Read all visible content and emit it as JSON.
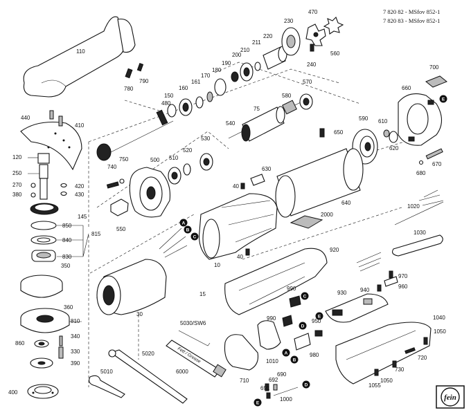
{
  "header": {
    "line1": "7 820 82 - MSfov 852-1",
    "line2": "7 820 83 - MSfov 852-1"
  },
  "labels": {
    "p110": "110",
    "p780": "780",
    "p790": "790",
    "p230": "230",
    "p470": "470",
    "p220": "220",
    "p211": "211",
    "p210": "210",
    "p200": "200",
    "p190": "190",
    "p180": "180",
    "p170": "170",
    "p161": "161",
    "p160": "160",
    "p150": "150",
    "p480": "480",
    "p560": "560",
    "p240": "240",
    "p700": "700",
    "p660": "660",
    "p580": "580",
    "p570": "570",
    "p75": "75",
    "p540": "540",
    "p650": "650",
    "p590": "590",
    "p610": "610",
    "p620": "620",
    "p670": "670",
    "p680": "680",
    "p440": "440",
    "p410": "410",
    "p120": "120",
    "p250": "250",
    "p270": "270",
    "p380": "380",
    "p420": "420",
    "p430": "430",
    "p740": "740",
    "p750": "750",
    "p500": "500",
    "p510": "510",
    "p520": "520",
    "p530": "530",
    "p630": "630",
    "p40a": "40",
    "p640": "640",
    "p2000": "2000",
    "p145": "145",
    "p550": "550",
    "p850": "850",
    "p840": "840",
    "p830": "830",
    "p815": "815",
    "p350": "350",
    "p360": "360",
    "p810": "810",
    "p860": "860",
    "p340": "340",
    "p330": "330",
    "p390": "390",
    "p400": "400",
    "p10": "10",
    "p40b": "40",
    "p15": "15",
    "p30": "30",
    "p920": "920",
    "p1020": "1020",
    "p1030": "1030",
    "p970": "970",
    "p940": "940",
    "p960": "960",
    "p990a": "990",
    "p990b": "990",
    "p930": "930",
    "p950": "950",
    "p1040": "1040",
    "p1050a": "1050",
    "p720": "720",
    "p730": "730",
    "p1050b": "1050",
    "p1055": "1055",
    "p980": "980",
    "p1010": "1010",
    "p710": "710",
    "p690": "690",
    "p692": "692",
    "p691": "691",
    "p1000": "1000",
    "p5030": "5030/SW6",
    "p5020": "5020",
    "p6000": "6000",
    "p5010": "5010"
  },
  "markers": {
    "A": "A",
    "B": "B",
    "C": "C",
    "D": "D",
    "E": "E"
  },
  "tube_text": "Fett / Grease",
  "logo_text": "fein"
}
